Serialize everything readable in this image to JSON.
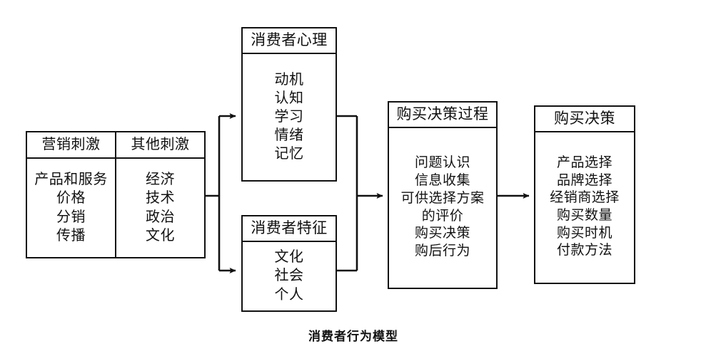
{
  "diagram": {
    "caption": "消费者行为模型",
    "line_color": "#111111",
    "background_color": "#ffffff",
    "boxes": {
      "stimuli": {
        "columns": [
          {
            "header": "营销刺激",
            "items": [
              "产品和服务",
              "价格",
              "分销",
              "传播"
            ]
          },
          {
            "header": "其他刺激",
            "items": [
              "经济",
              "技术",
              "政治",
              "文化"
            ]
          }
        ]
      },
      "psychology": {
        "header": "消费者心理",
        "items": [
          "动机",
          "认知",
          "学习",
          "情绪",
          "记忆"
        ]
      },
      "characteristics": {
        "header": "消费者特征",
        "items": [
          "文化",
          "社会",
          "个人"
        ]
      },
      "process": {
        "header": "购买决策过程",
        "items": [
          "问题认识",
          "信息收集",
          "可供选择方案",
          "的评价",
          "购买决策",
          "购后行为"
        ]
      },
      "decision": {
        "header": "购买决策",
        "items": [
          "产品选择",
          "品牌选择",
          "经销商选择",
          "购买数量",
          "购买时机",
          "付款方法"
        ]
      }
    }
  }
}
